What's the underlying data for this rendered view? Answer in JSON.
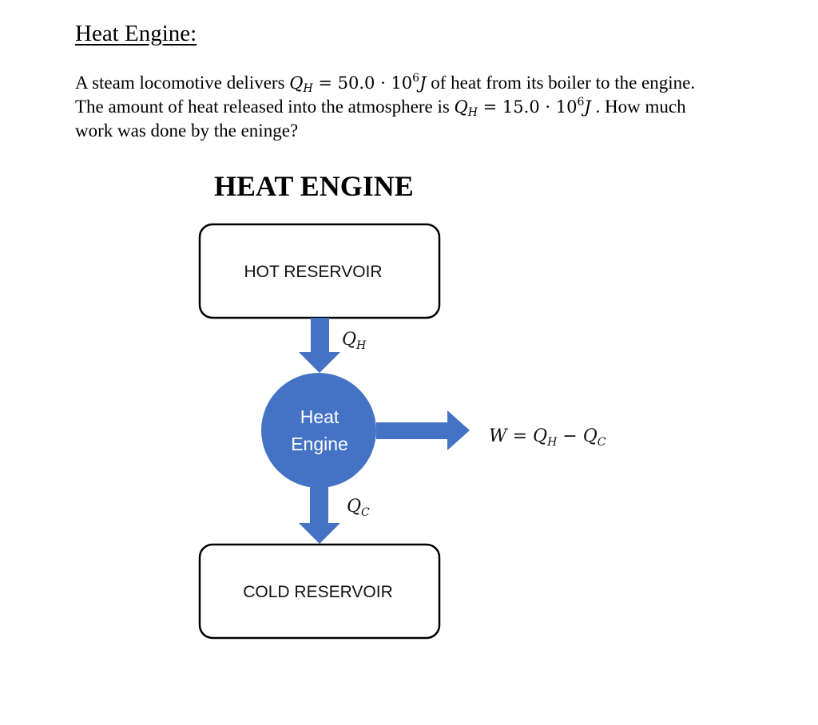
{
  "heading": "Heat Engine:",
  "problem": {
    "line1_prefix": "A steam locomotive delivers ",
    "line1_var": "Q",
    "line1_sub": "H",
    "line1_eq": " = 50.0 · 10",
    "line1_exp": "6",
    "line1_unit": "J",
    "line1_suffix": " of heat from its boiler to the engine.",
    "line2_prefix": "The amount of heat released into the atmosphere is ",
    "line2_var": "Q",
    "line2_sub": "H",
    "line2_eq": " = 15.0 · 10",
    "line2_exp": "6",
    "line2_unit": "J",
    "line2_suffix": " . How much",
    "line3": "work was done by the eninge?"
  },
  "diagram": {
    "title": "HEAT ENGINE",
    "hot_reservoir": "HOT RESERVOIR",
    "cold_reservoir": "COLD RESERVOIR",
    "engine_line1": "Heat",
    "engine_line2": "Engine",
    "qh_var": "Q",
    "qh_sub": "H",
    "qc_var": "Q",
    "qc_sub": "C",
    "work_w": "W",
    "work_eq": " = ",
    "work_q1": "Q",
    "work_q1_sub": "H",
    "work_minus": " − ",
    "work_q2": "Q",
    "work_q2_sub": "C"
  },
  "colors": {
    "accent": "#4472c4",
    "box_stroke": "#000000"
  }
}
